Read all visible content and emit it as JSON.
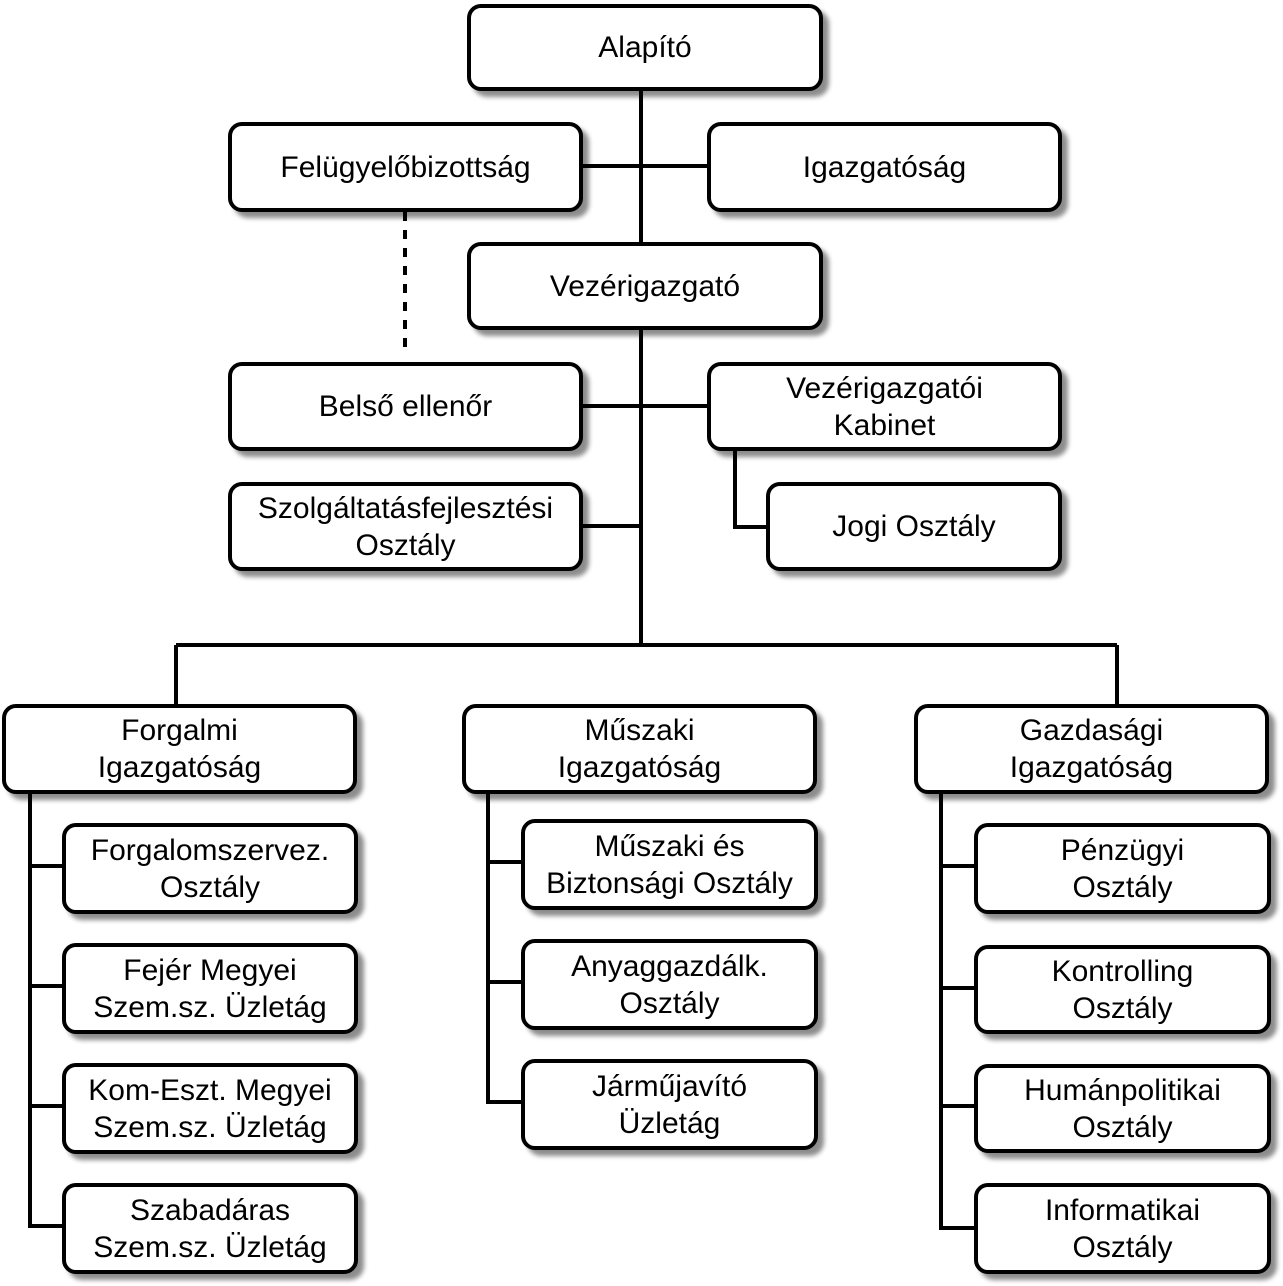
{
  "nodes": {
    "alapito": [
      "Alapító"
    ],
    "felugyelo": [
      "Felügyelőbizottság"
    ],
    "igazgatosag": [
      "Igazgatóság"
    ],
    "vezerigazgato": [
      "Vezérigazgató"
    ],
    "belso_ellenor": [
      "Belső ellenőr"
    ],
    "kabinet": [
      "Vezérigazgatói",
      "Kabinet"
    ],
    "jogi": [
      "Jogi Osztály"
    ],
    "szolgaltatas": [
      "Szolgáltatásfejlesztési",
      "Osztály"
    ],
    "forgalmi": [
      "Forgalmi",
      "Igazgatóság"
    ],
    "muszaki": [
      "Műszaki",
      "Igazgatóság"
    ],
    "gazdasagi": [
      "Gazdasági",
      "Igazgatóság"
    ],
    "forgalomszervez": [
      "Forgalomszervez.",
      "Osztály"
    ],
    "fejer": [
      "Fejér Megyei",
      "Szem.sz. Üzletág"
    ],
    "komeszt": [
      "Kom-Eszt. Megyei",
      "Szem.sz. Üzletág"
    ],
    "szabadaras": [
      "Szabadáras",
      "Szem.sz. Üzletág"
    ],
    "muszaki_bizt": [
      "Műszaki és",
      "Biztonsági Osztály"
    ],
    "anyag": [
      "Anyaggazdálk.",
      "Osztály"
    ],
    "jarmu": [
      "Járműjavító",
      "Üzletág"
    ],
    "penzugyi": [
      "Pénzügyi",
      "Osztály"
    ],
    "kontrolling": [
      "Kontrolling",
      "Osztály"
    ],
    "human": [
      "Humánpolitikai",
      "Osztály"
    ],
    "informatikai": [
      "Informatikai",
      "Osztály"
    ]
  },
  "colors": {
    "line": "#000000",
    "box_fill": "#ffffff",
    "box_border": "#000000"
  }
}
